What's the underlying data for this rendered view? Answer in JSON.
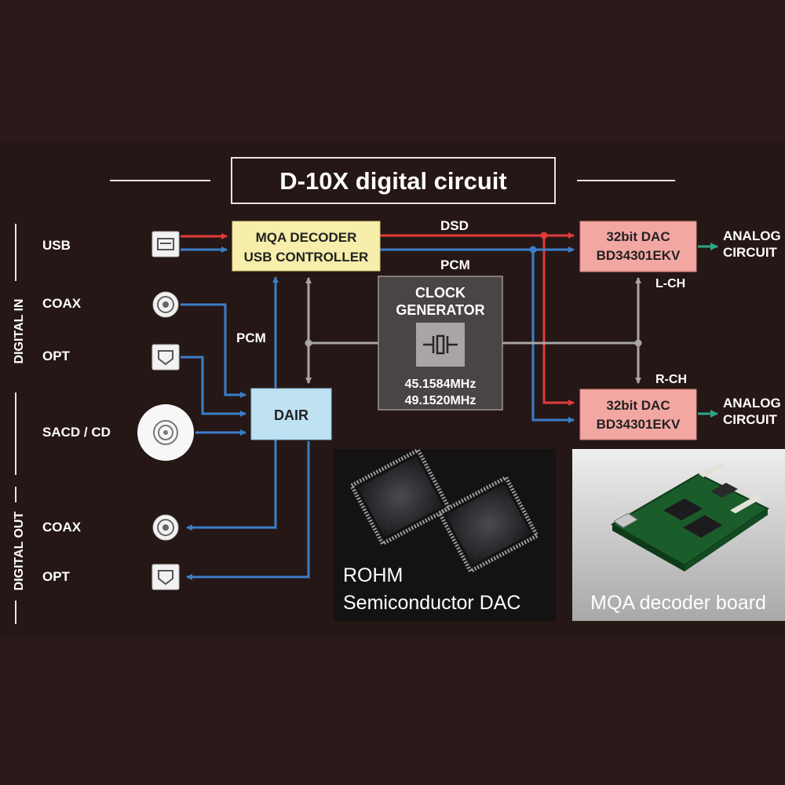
{
  "title": "D-10X digital circuit",
  "groups": {
    "digital_in": "DIGITAL IN",
    "digital_out": "DIGITAL OUT"
  },
  "inputs": {
    "usb": "USB",
    "coax": "COAX",
    "opt": "OPT",
    "sacd_cd": "SACD / CD"
  },
  "outputs": {
    "coax": "COAX",
    "opt": "OPT"
  },
  "blocks": {
    "mqa_line1": "MQA DECODER",
    "mqa_line2": "USB CONTROLLER",
    "dair": "DAIR",
    "clock_line1": "CLOCK",
    "clock_line2": "GENERATOR",
    "clock_freq1": "45.1584MHz",
    "clock_freq2": "49.1520MHz",
    "dac_top_line1": "32bit DAC",
    "dac_top_line2": "BD34301EKV",
    "dac_bottom_line1": "32bit DAC",
    "dac_bottom_line2": "BD34301EKV"
  },
  "signals": {
    "dsd": "DSD",
    "pcm_top": "PCM",
    "pcm_left": "PCM",
    "l_ch": "L-CH",
    "r_ch": "R-CH"
  },
  "analog_out": {
    "top_line1": "ANALOG",
    "top_line2": "CIRCUIT",
    "bottom_line1": "ANALOG",
    "bottom_line2": "CIRCUIT"
  },
  "photos": {
    "rohm_line1": "ROHM",
    "rohm_line2": "Semiconductor DAC",
    "mqa_board": "MQA decoder board"
  },
  "colors": {
    "background": "#2b1b1a",
    "mqa_block": "#f6eeaa",
    "dair_block": "#bfe2f3",
    "dac_block": "#f2a7a2",
    "clock_block": "#4a4444",
    "red_line": "#e23a3a",
    "blue_line": "#3b7ec8",
    "grey_line": "#a9a5a4",
    "green_arrow": "#2fa584"
  }
}
